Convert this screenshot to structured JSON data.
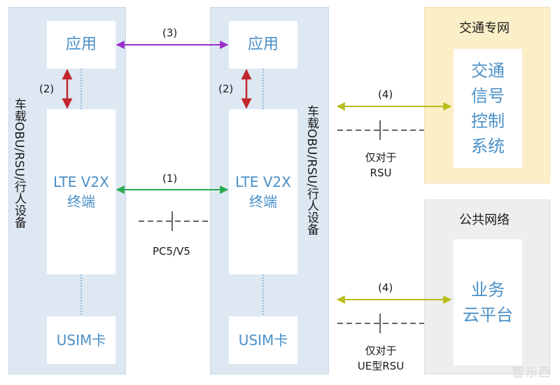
{
  "left_device": {
    "side_label": "车载OBU/RSU/行人设备",
    "app": "应用",
    "terminal_line1": "LTE V2X",
    "terminal_line2": "终端",
    "usim": "USIM卡"
  },
  "right_device": {
    "side_label": "车载OBU/RSU/行人设备",
    "app": "应用",
    "terminal_line1": "LTE V2X",
    "terminal_line2": "终端",
    "usim": "USIM卡"
  },
  "traffic_net": {
    "title": "交通专网",
    "box_lines": [
      "交通",
      "信号",
      "控制",
      "系统"
    ]
  },
  "public_net": {
    "title": "公共网络",
    "box_lines": [
      "业务",
      "云平台"
    ]
  },
  "links": {
    "l1": "(1)",
    "l2_left": "(2)",
    "l2_right": "(2)",
    "l3": "(3)",
    "l4_top": "(4)",
    "l4_bottom": "(4)",
    "pc5": "PC5/V5",
    "rsu_only_top_1": "仅对于",
    "rsu_only_top_2": "RSU",
    "rsu_only_bottom_1": "仅对于",
    "rsu_only_bottom_2": "UE型RSU"
  },
  "colors": {
    "purple": "#9b2fc9",
    "red": "#c0262c",
    "green": "#2aaa4f",
    "olive": "#b8bd1c",
    "traffic_bg": "#fbefc8",
    "public_bg": "#eeeeee",
    "device_bg": "#dde8f3"
  },
  "watermark": "智东西"
}
